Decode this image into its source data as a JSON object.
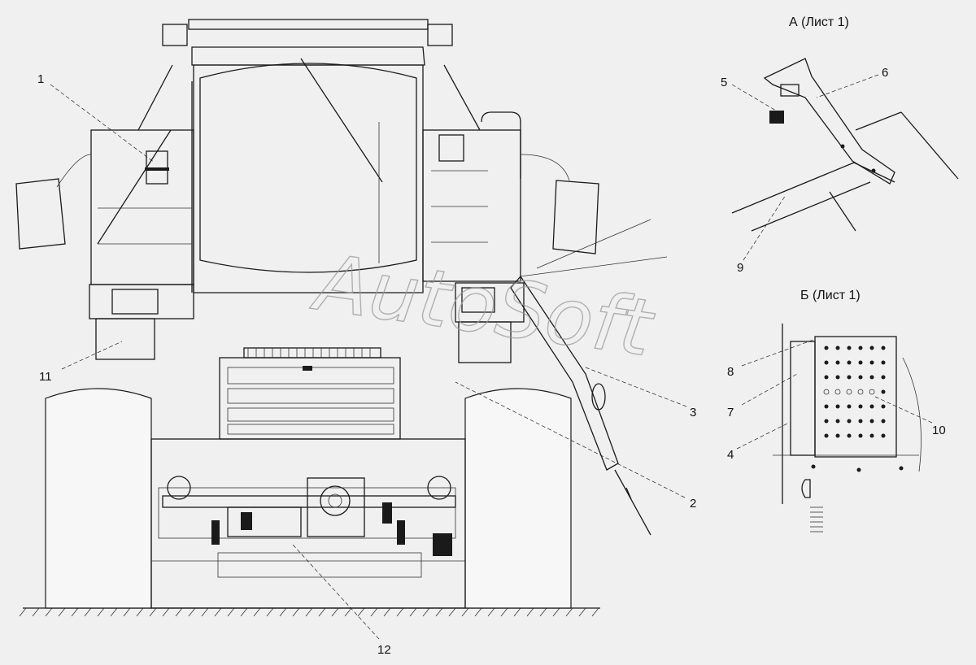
{
  "watermark": "AutoSoft",
  "views": {
    "view_a": "А (Лист 1)",
    "view_b": "Б (Лист 1)"
  },
  "callouts": {
    "c1": "1",
    "c2": "2",
    "c3": "3",
    "c4": "4",
    "c5": "5",
    "c6": "6",
    "c7": "7",
    "c8": "8",
    "c9": "9",
    "c10": "10",
    "c11": "11",
    "c12": "12"
  }
}
